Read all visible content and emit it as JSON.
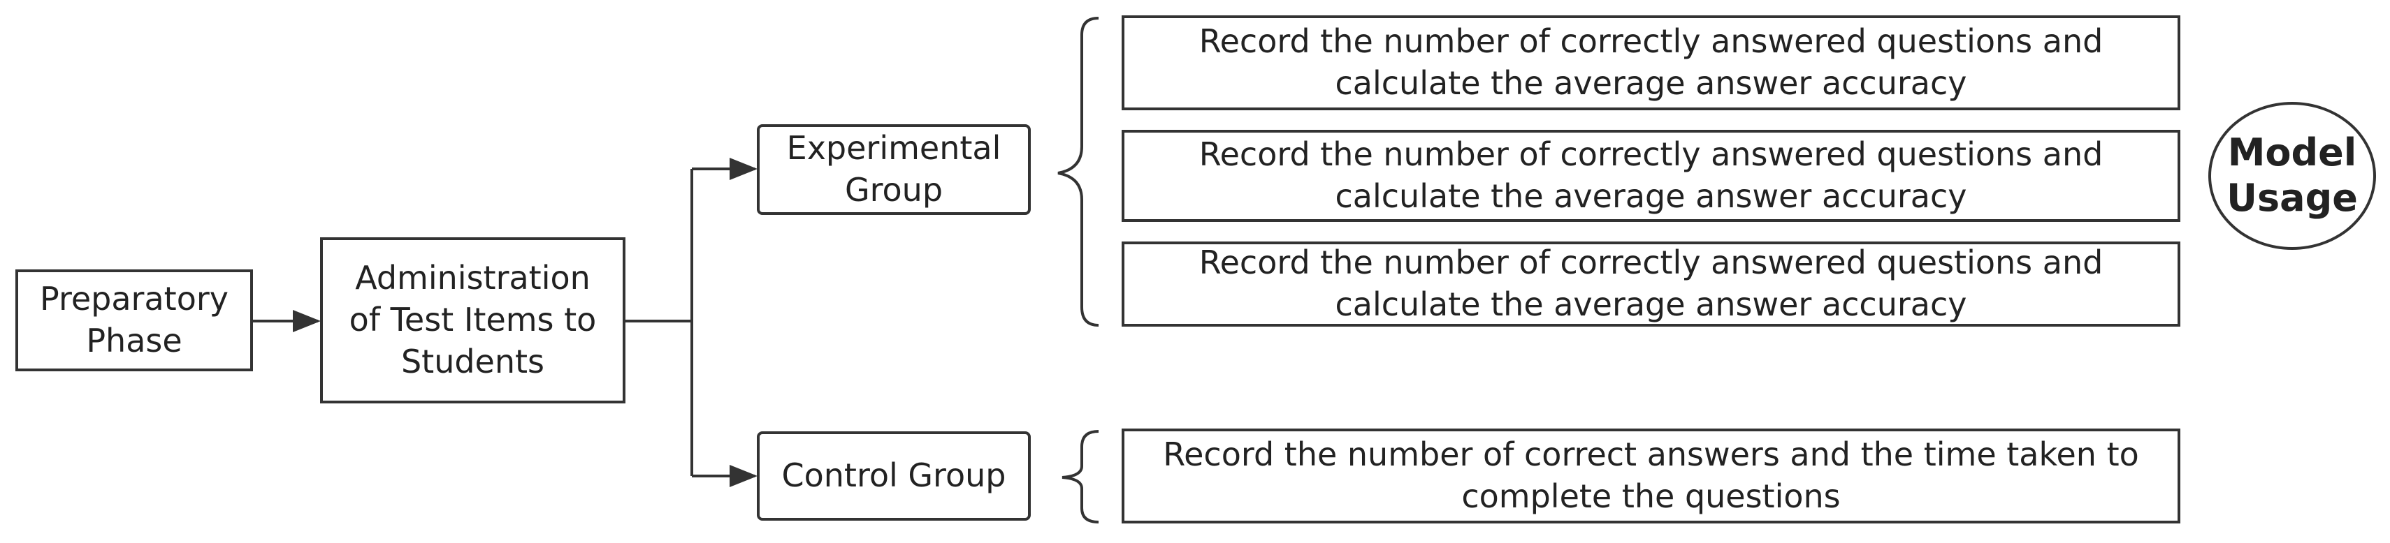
{
  "nodes": {
    "preparatory": "Preparatory\nPhase",
    "administration": "Administration\nof Test Items to\nStudents",
    "experimental": "Experimental\nGroup",
    "control": "Control Group"
  },
  "experimental_actions": [
    "Record the number of correctly answered questions and\ncalculate the average answer accuracy",
    "Record the number of correctly answered questions and\ncalculate the average answer accuracy",
    "Record the number of correctly answered questions and\ncalculate the average answer accuracy"
  ],
  "control_action": "Record the number of correct answers and the time taken to\ncomplete the questions",
  "model_usage": "Model\nUsage",
  "colors": {
    "line": "#333333",
    "text": "#222222",
    "background": "#ffffff"
  }
}
